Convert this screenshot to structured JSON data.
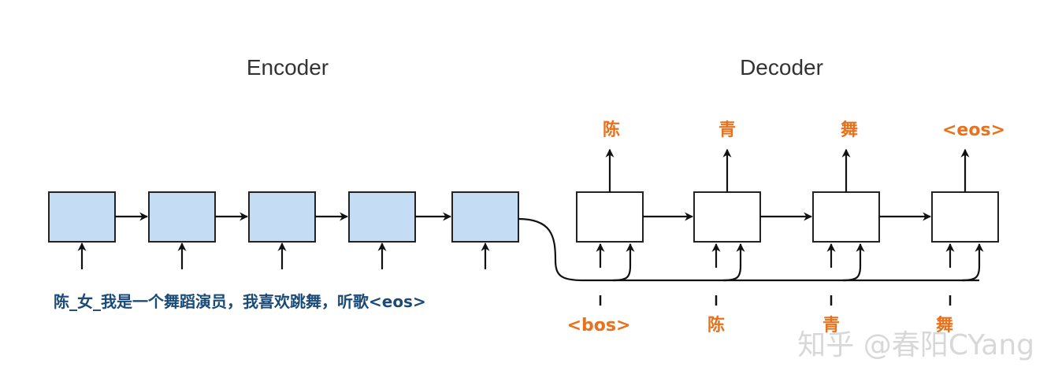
{
  "titles": {
    "encoder": "Encoder",
    "decoder": "Decoder"
  },
  "encoder_input": "陈_女_我是一个舞蹈演员，我喜欢跳舞，听歌<eos>",
  "decoder_outputs": [
    "陈",
    "青",
    "舞",
    "<eos>"
  ],
  "decoder_inputs": [
    "<bos>",
    "陈",
    "青",
    "舞"
  ],
  "watermark": "知乎 @春阳CYang",
  "colors": {
    "encoder_box_fill": "#c5dcf5",
    "decoder_box_fill": "#ffffff",
    "io_token": "#e8711c",
    "input_sentence": "#1a4a78",
    "watermark": "#d8d8d8"
  }
}
